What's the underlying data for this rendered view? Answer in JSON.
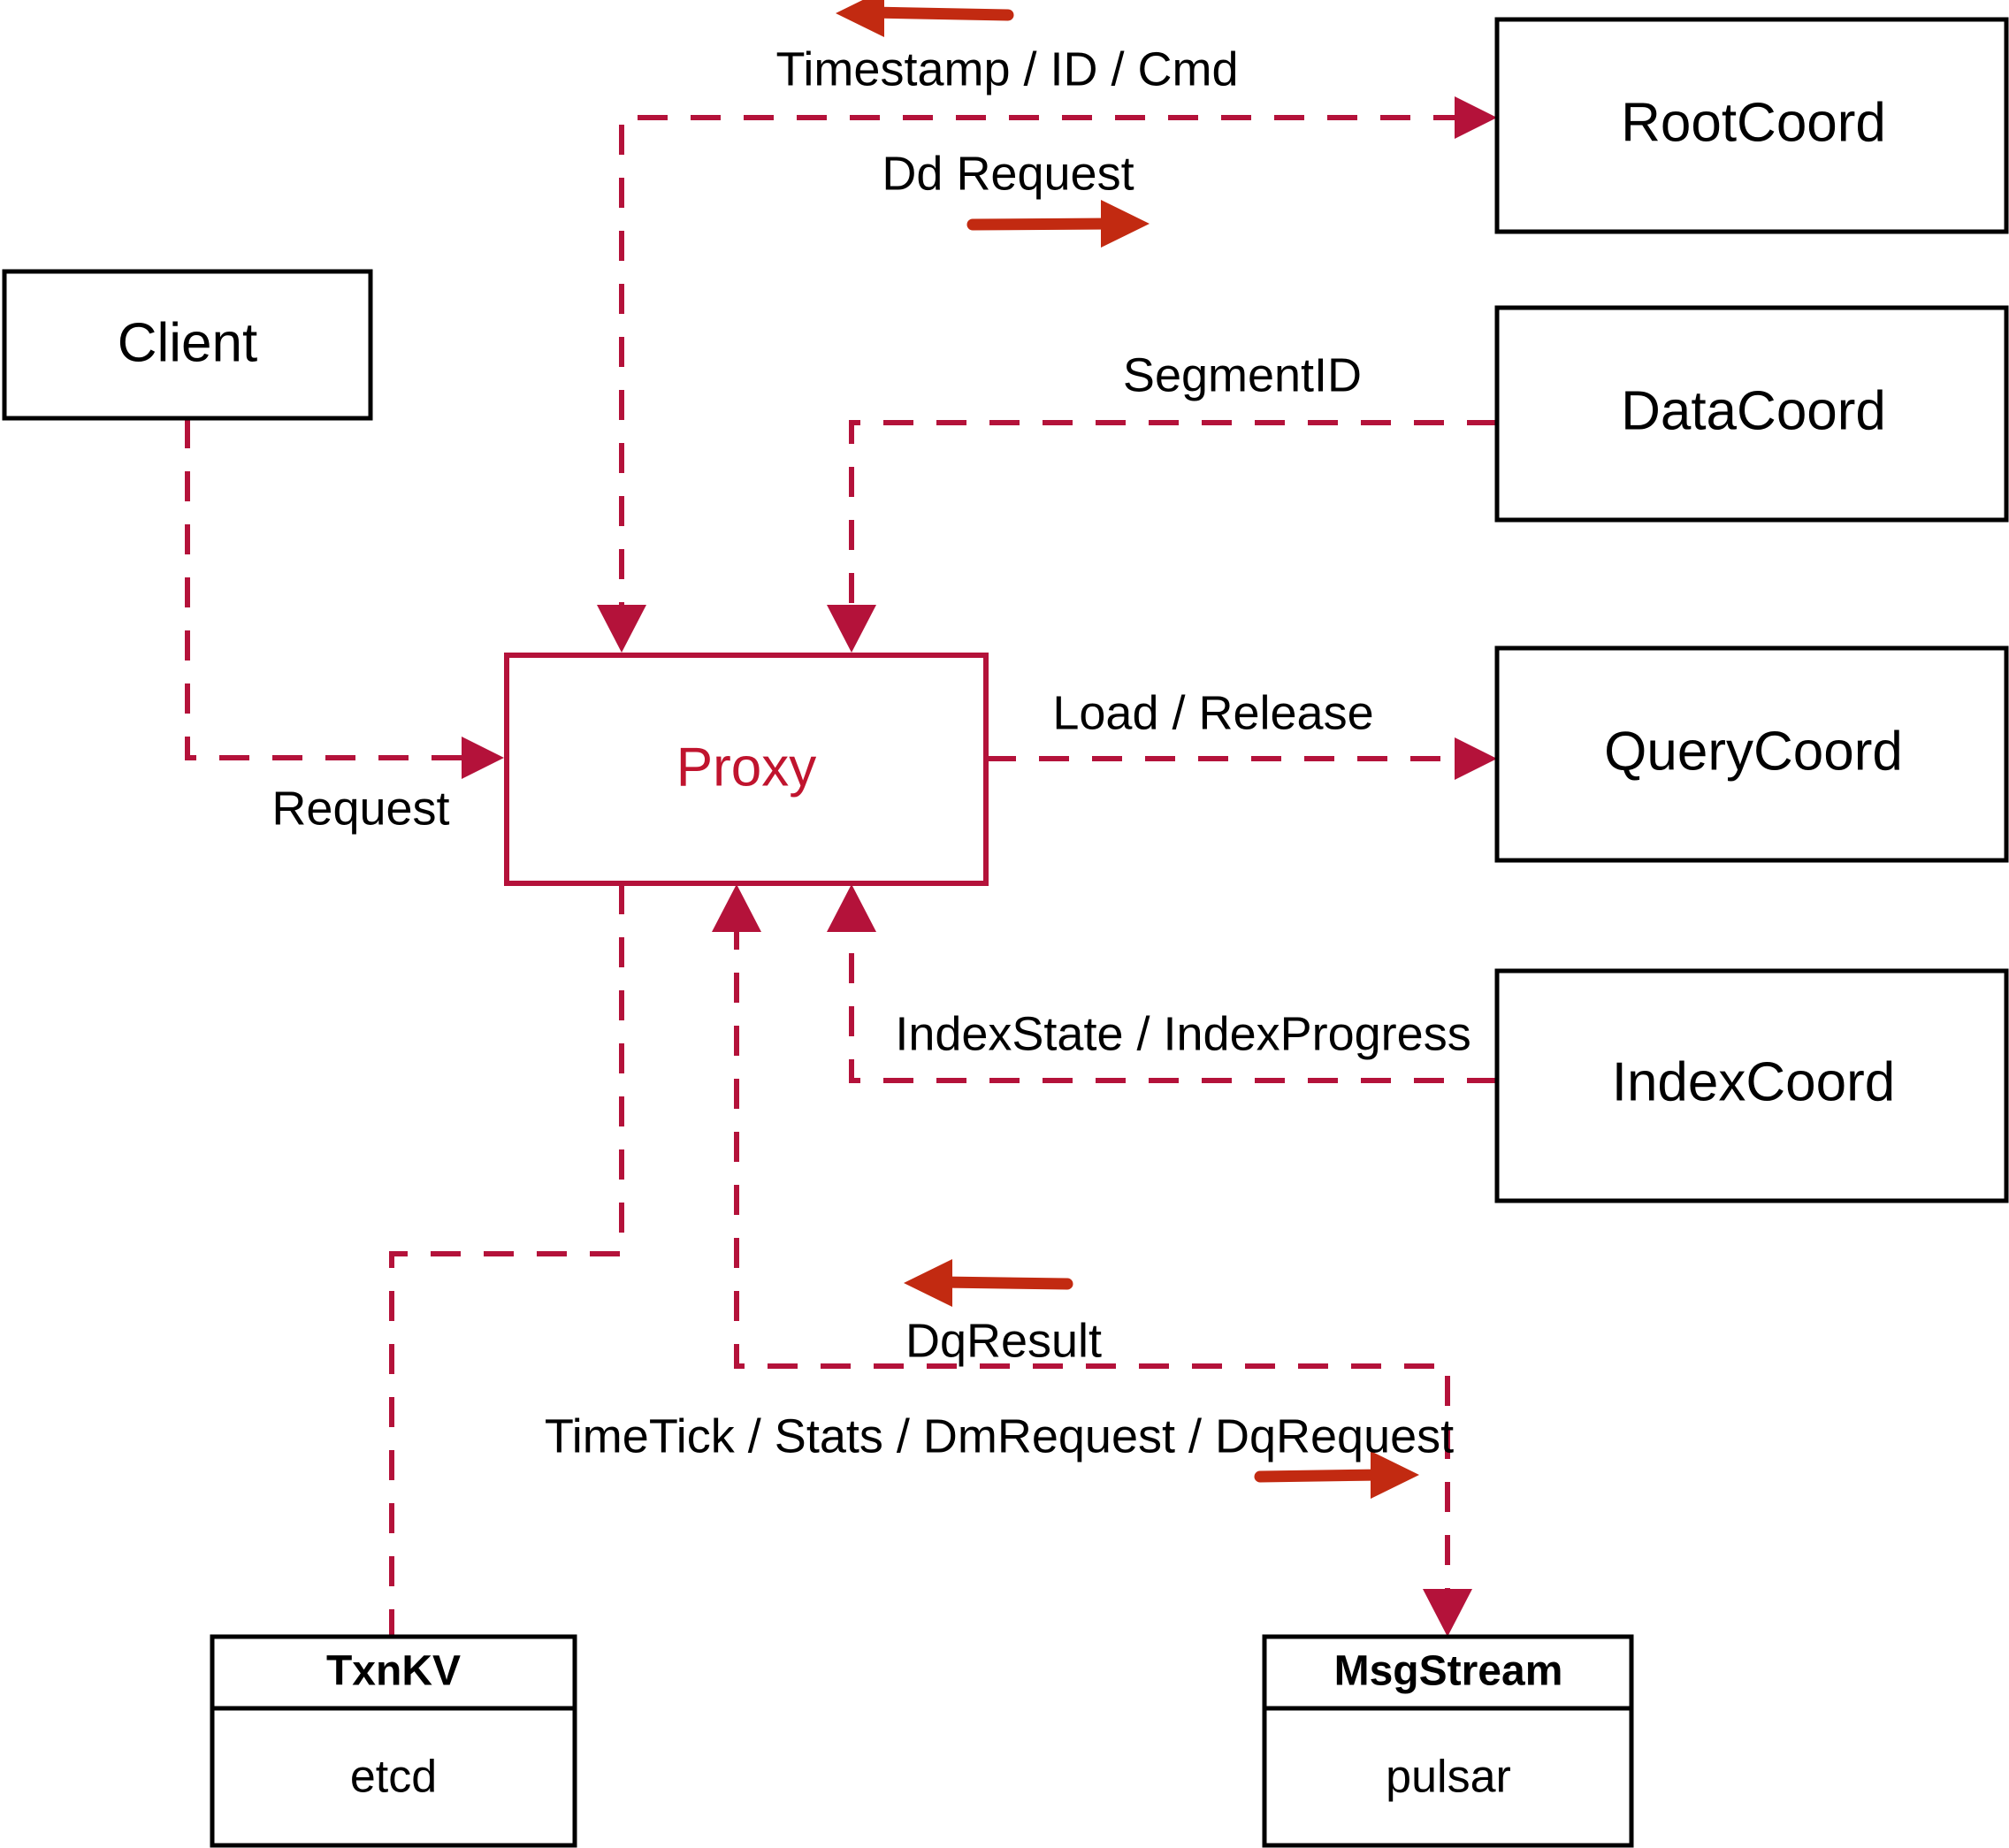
{
  "diagram": {
    "title": "Milvus Proxy Interaction Diagram",
    "colors": {
      "accent_line": "#B4123A",
      "direction_arrow": "#C22A11",
      "node_stroke": "#000000",
      "node_fill": "#ffffff",
      "text": "#000000"
    }
  },
  "nodes": {
    "client": {
      "label": "Client"
    },
    "proxy": {
      "label": "Proxy"
    },
    "root_coord": {
      "label": "RootCoord"
    },
    "data_coord": {
      "label": "DataCoord"
    },
    "query_coord": {
      "label": "QueryCoord"
    },
    "index_coord": {
      "label": "IndexCoord"
    },
    "txnkv": {
      "header": "TxnKV",
      "body": "etcd"
    },
    "msgstream": {
      "header": "MsgStream",
      "body": "pulsar"
    }
  },
  "edge_labels": {
    "timestamp_id_cmd": "Timestamp / ID / Cmd",
    "dd_request": "Dd Request",
    "segment_id": "SegmentID",
    "request": "Request",
    "load_release": "Load / Release",
    "index_state_progress": "IndexState / IndexProgress",
    "dq_result": "DqResult",
    "timetick_stats": "TimeTick / Stats / DmRequest / DqRequest"
  },
  "icons": {
    "arrow_left_top": "arrow-left-icon",
    "arrow_right_dd": "arrow-right-icon",
    "arrow_left_dq": "arrow-left-icon",
    "arrow_right_dq": "arrow-right-icon"
  }
}
